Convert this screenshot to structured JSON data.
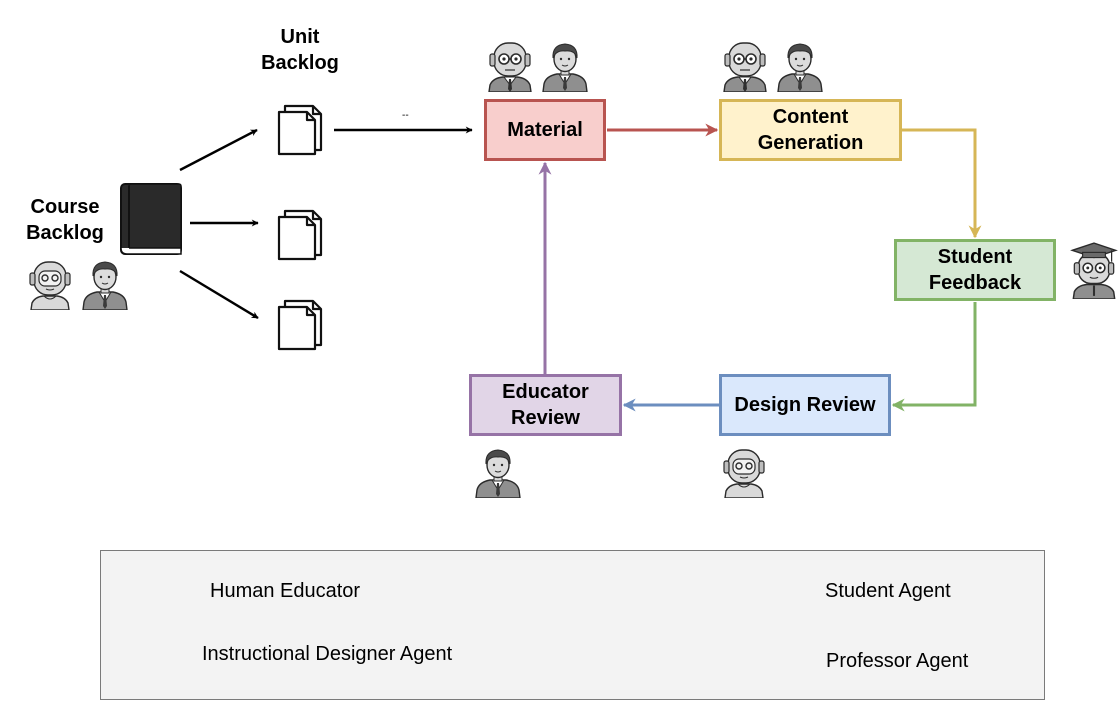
{
  "labels": {
    "course_backlog": [
      "Course",
      "Backlog"
    ],
    "unit_backlog": [
      "Unit",
      "Backlog"
    ],
    "arrow_tag": "--"
  },
  "nodes": {
    "material": {
      "label": "Material",
      "fill": "#f8cecc",
      "stroke": "#b85450"
    },
    "content_generation": {
      "label": "Content Generation",
      "fill": "#fff2cc",
      "stroke": "#d6b656"
    },
    "student_feedback": {
      "label": "Student Feedback",
      "fill": "#d5e8d4",
      "stroke": "#82b366"
    },
    "design_review": {
      "label": "Design Review",
      "fill": "#dae8fc",
      "stroke": "#6c8ebf"
    },
    "educator_review": {
      "label": "Educator Review",
      "fill": "#e1d5e7",
      "stroke": "#9673a6"
    }
  },
  "legend": {
    "human_educator": "Human Educator",
    "instructional_designer": "Instructional Designer Agent",
    "student_agent": "Student Agent",
    "professor_agent": "Professor Agent"
  },
  "icons": {
    "course_backlog": "book-icon",
    "unit_backlog": "document-stack-icon",
    "human": "human-educator-icon",
    "designer": "instructional-designer-agent-icon",
    "student": "student-agent-icon",
    "professor": "professor-agent-icon"
  }
}
